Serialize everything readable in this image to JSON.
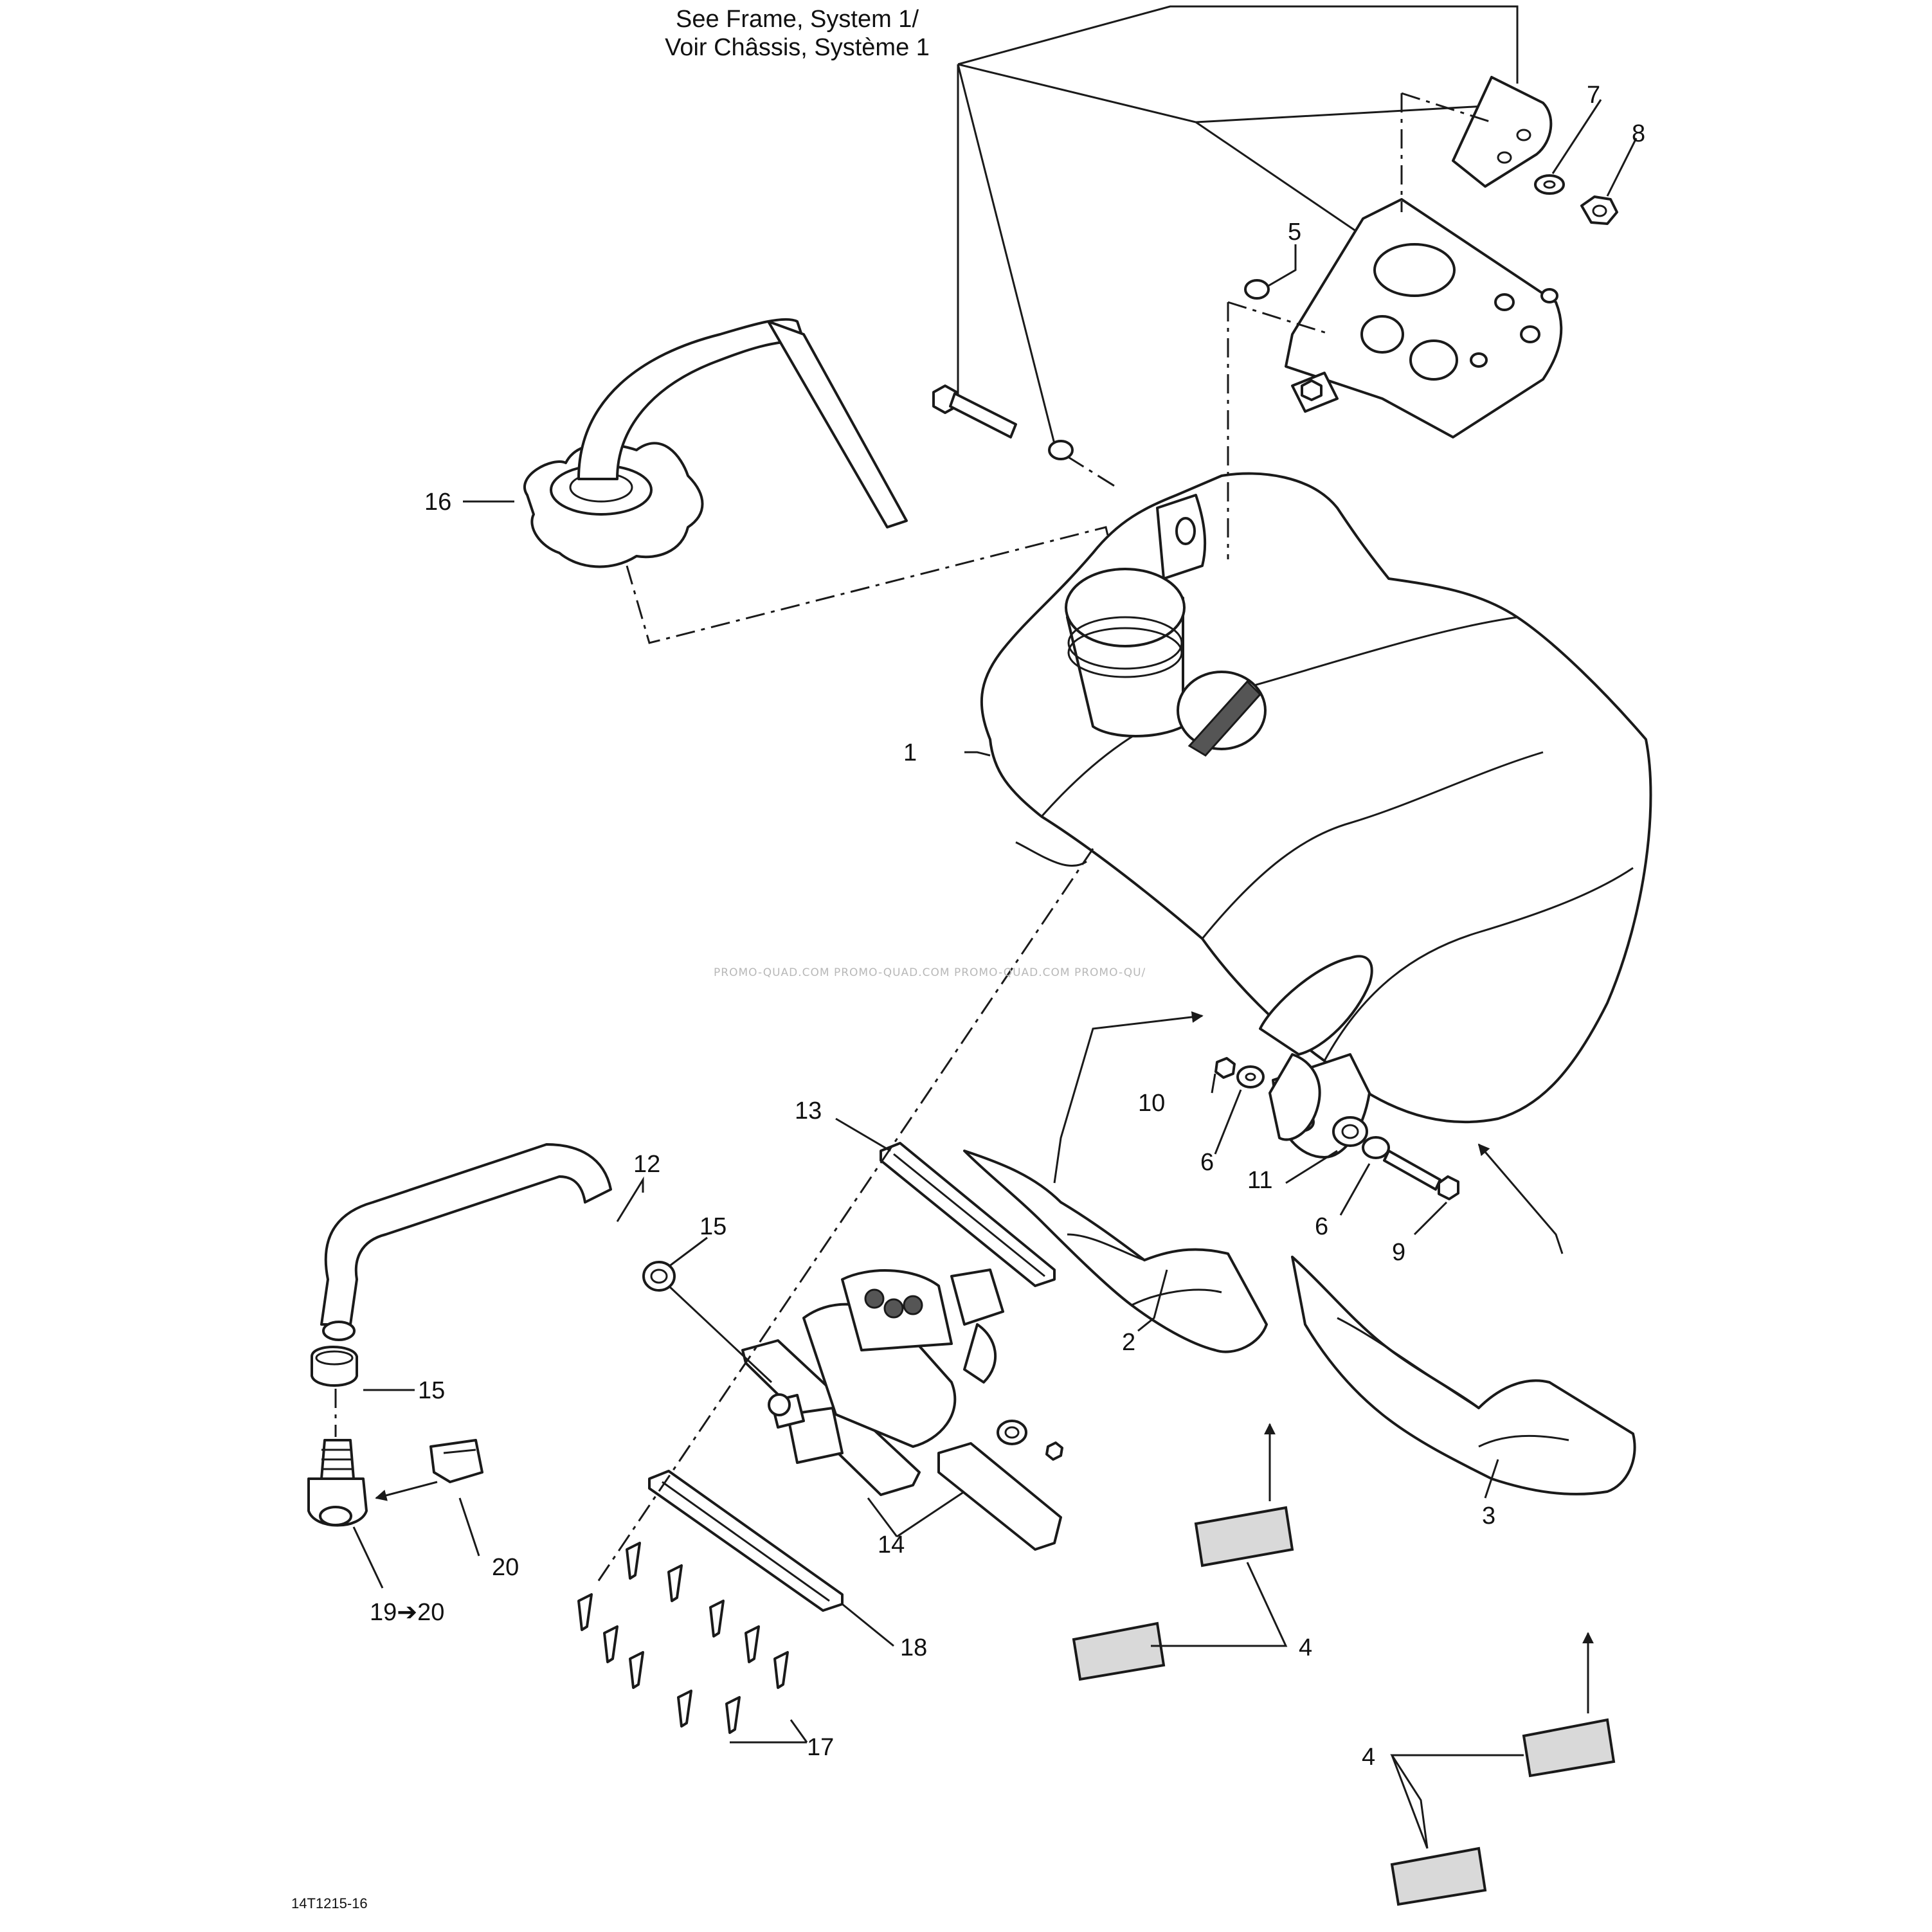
{
  "header": {
    "line1": "See Frame, System 1/",
    "line2": "Voir Châssis, Système 1"
  },
  "callouts": {
    "c1": "1",
    "c2": "2",
    "c3": "3",
    "c4a": "4",
    "c4b": "4",
    "c5": "5",
    "c6a": "6",
    "c6b": "6",
    "c7": "7",
    "c8": "8",
    "c9": "9",
    "c10": "10",
    "c11": "11",
    "c12": "12",
    "c13": "13",
    "c14": "14",
    "c15a": "15",
    "c15b": "15",
    "c16": "16",
    "c17": "17",
    "c18": "18",
    "c19_20": "19➔20",
    "c20": "20"
  },
  "watermark": "PROMO-QUAD.COM   PROMO-QUAD.COM   PROMO-QUAD.COM   PROMO-QU/",
  "figure_id": "14T1215-16"
}
